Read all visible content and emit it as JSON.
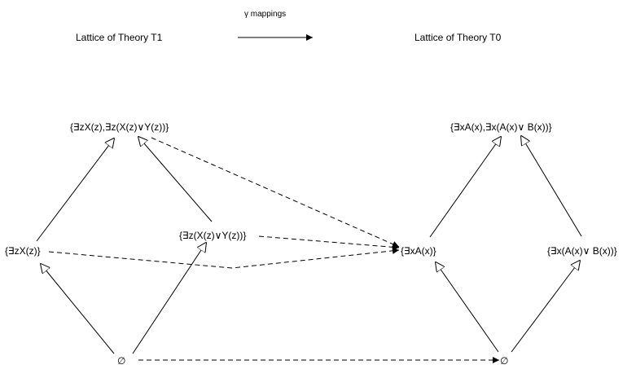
{
  "legend": {
    "mapping_label": "γ mappings"
  },
  "titles": {
    "left": "Lattice of Theory T1",
    "right": "Lattice of Theory T0"
  },
  "nodes": {
    "t1_top": "{∃zX(z),∃z(X(z)∨Y(z))}",
    "t1_left": "{∃zX(z)}",
    "t1_right": "{∃z(X(z)∨Y(z))}",
    "t1_bottom": "∅",
    "t0_top": "{∃xA(x),∃x(A(x)∨ B(x))}",
    "t0_left": "{∃xA(x)}",
    "t0_right": "{∃x(A(x)∨ B(x))}",
    "t0_bottom": "∅"
  }
}
